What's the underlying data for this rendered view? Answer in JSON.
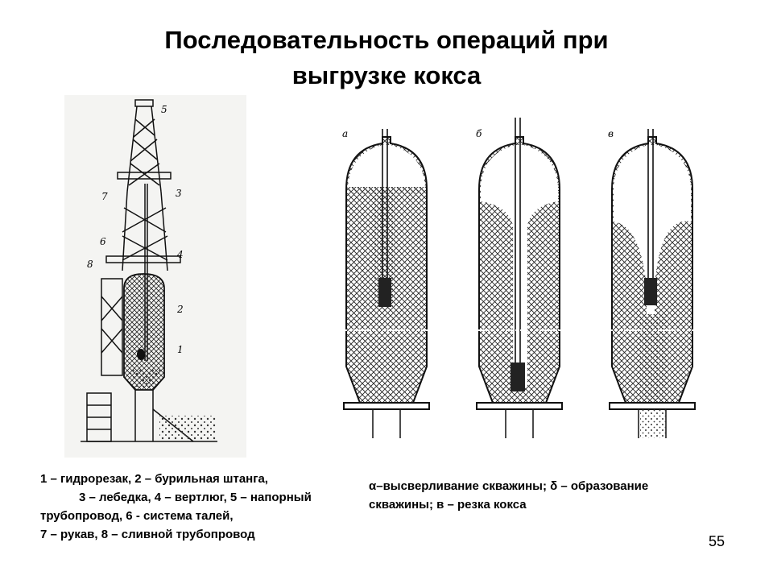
{
  "slide": {
    "title_line1": "Последовательность операций при",
    "title_line2": "выгрузке кокса",
    "page_number": "55"
  },
  "left_figure": {
    "callouts": [
      "1",
      "2",
      "3",
      "4",
      "5",
      "6",
      "7",
      "8"
    ]
  },
  "right_figure": {
    "stage_labels": [
      "а",
      "б",
      "в"
    ]
  },
  "captions": {
    "left_lines": [
      "1 – гидрорезак, 2 – бурильная штанга,",
      "3 – лебедка, 4 – вертлюг, 5 – напорный",
      "трубопровод, 6  - система талей,",
      "7 – рукав, 8 – сливной трубопровод"
    ],
    "right_lines": [
      "α–высверливание скважины; δ – образование",
      "скважины; в – резка кокса"
    ]
  }
}
